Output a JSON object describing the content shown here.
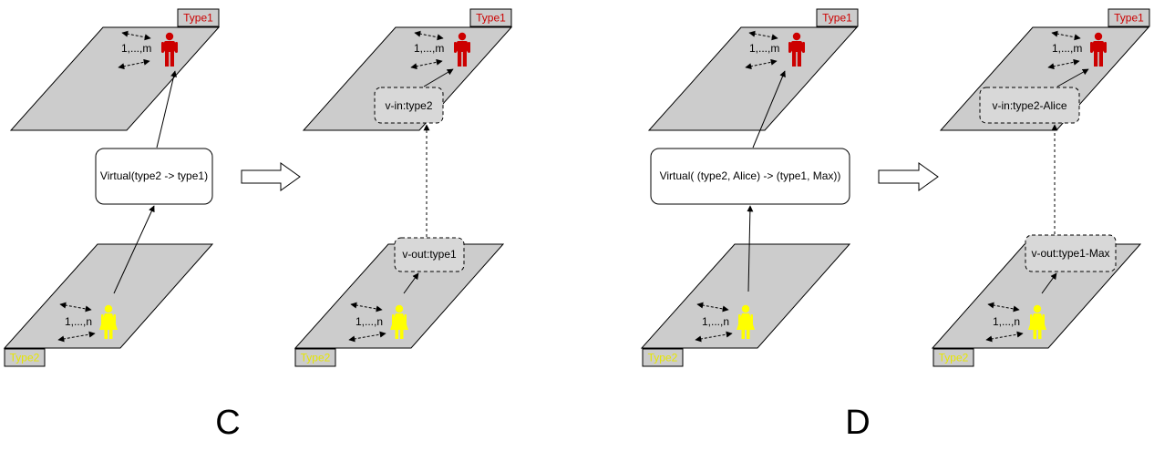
{
  "colors": {
    "plane": "#cccccc",
    "male": "#cc0000",
    "female": "#ffff00",
    "tag_fill": "#cccccc"
  },
  "panel_c": {
    "label": "C",
    "before": {
      "top_tag": "Type1",
      "top_count": "1,...,m",
      "bottom_tag": "Type2",
      "bottom_count": "1,...,n",
      "virtual_box": "Virtual(type2 -> type1)"
    },
    "after": {
      "top_tag": "Type1",
      "top_count": "1,...,m",
      "bottom_tag": "Type2",
      "bottom_count": "1,...,n",
      "v_in": "v-in:type2",
      "v_out": "v-out:type1"
    }
  },
  "panel_d": {
    "label": "D",
    "before": {
      "top_tag": "Type1",
      "top_count": "1,...,m",
      "bottom_tag": "Type2",
      "bottom_count": "1,...,n",
      "virtual_box": "Virtual( (type2, Alice) -> (type1, Max))"
    },
    "after": {
      "top_tag": "Type1",
      "top_count": "1,...,m",
      "bottom_tag": "Type2",
      "bottom_count": "1,...,n",
      "v_in": "v-in:type2-Alice",
      "v_out": "v-out:type1-Max"
    }
  }
}
